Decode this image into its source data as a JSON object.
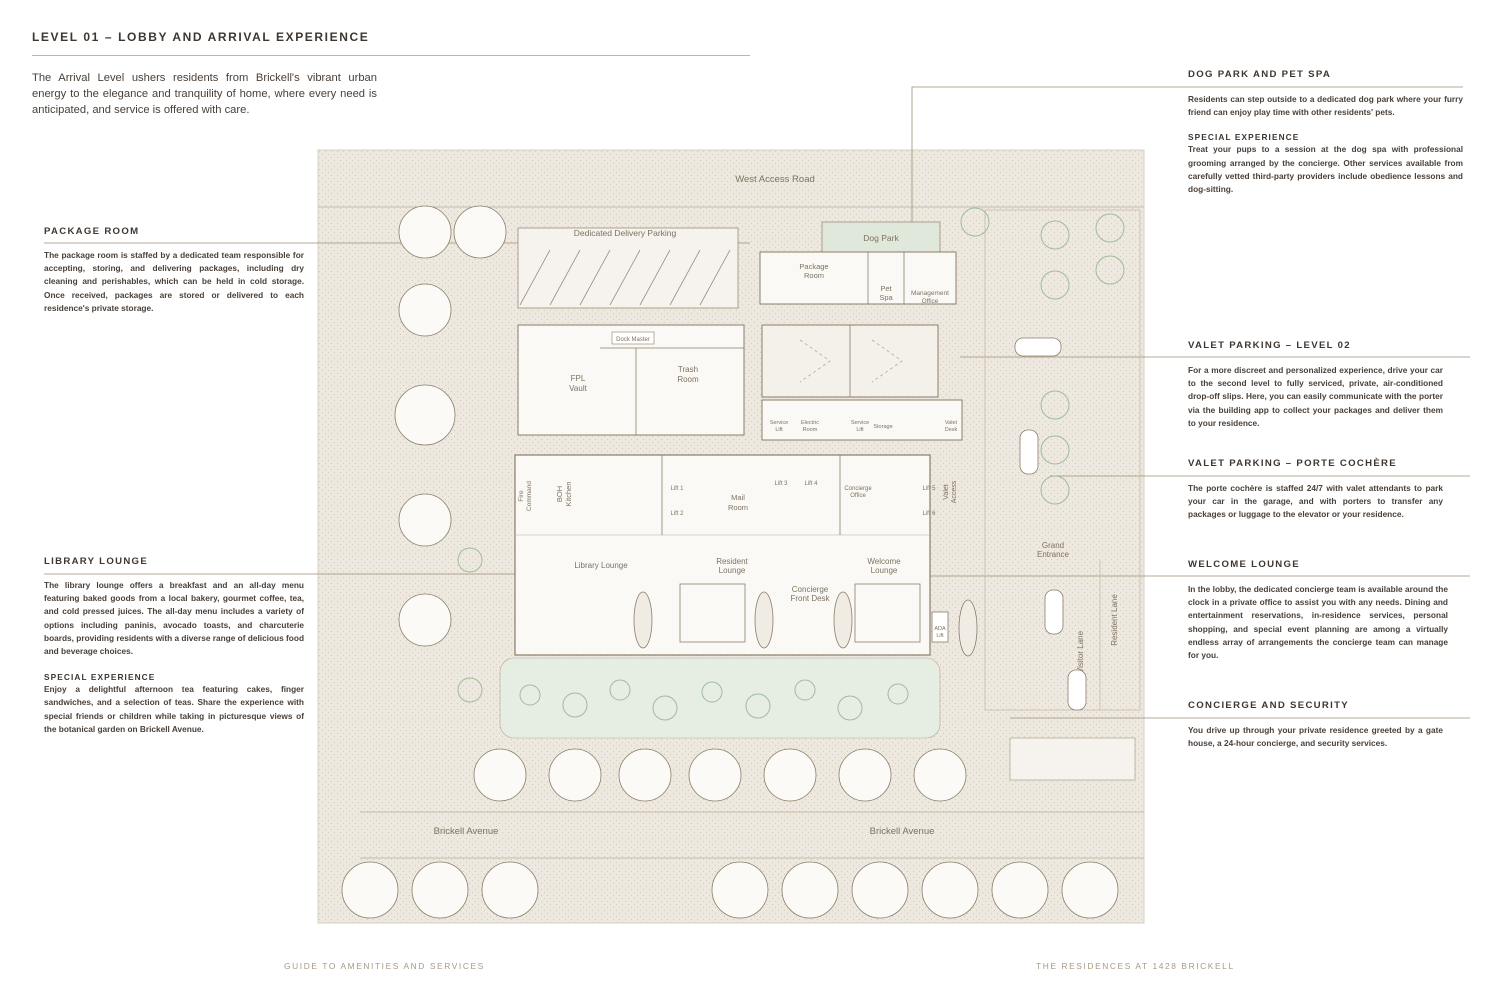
{
  "header": {
    "title": "LEVEL 01 – LOBBY AND ARRIVAL EXPERIENCE",
    "intro": "The Arrival Level ushers residents from Brickell's vibrant urban energy to the elegance and tranquility of home, where every need is anticipated, and service is offered with care."
  },
  "sections": {
    "package_room": {
      "title": "PACKAGE ROOM",
      "body": "The package room is staffed by a dedicated team responsible for accepting, storing, and delivering packages, including dry cleaning and perishables, which can be held in cold storage. Once received, packages are stored or delivered to each residence's private storage."
    },
    "library_lounge": {
      "title": "LIBRARY LOUNGE",
      "body": "The library lounge offers a breakfast and an all-day menu featuring baked goods from a local bakery, gourmet coffee, tea, and cold pressed juices. The all-day menu includes a variety of options including paninis, avocado toasts, and charcuterie boards, providing residents with a diverse range of delicious food and beverage choices.",
      "special_title": "SPECIAL EXPERIENCE",
      "special_body": "Enjoy a delightful afternoon tea featuring cakes, finger sandwiches, and a selection of teas. Share the experience with special friends or children while taking in picturesque views of the botanical garden on Brickell Avenue."
    },
    "dog_park": {
      "title": "DOG PARK AND PET SPA",
      "body": "Residents can step outside to a dedicated dog park where your furry friend can enjoy play time with other residents' pets.",
      "special_title": "SPECIAL EXPERIENCE",
      "special_body": "Treat your pups to a session at the dog spa with professional grooming arranged by the concierge. Other services available from carefully vetted third-party providers include obedience lessons and dog-sitting."
    },
    "valet_l2": {
      "title": "VALET PARKING – LEVEL 02",
      "body": "For a more discreet and personalized experience, drive your car to the second level to fully serviced, private, air-conditioned drop-off slips. Here, you can easily communicate with the porter via the building app to collect your packages and deliver them to your residence."
    },
    "valet_pc": {
      "title": "VALET PARKING – PORTE COCHÈRE",
      "body": "The porte cochère is staffed 24/7 with valet attendants to park your car in the garage, and with porters to transfer any packages or luggage to the elevator or your residence."
    },
    "welcome_lounge": {
      "title": "WELCOME LOUNGE",
      "body": "In the lobby, the dedicated concierge team is available around the clock in a private office to assist you with any needs. Dining and entertainment reservations, in-residence services, personal shopping, and special event planning are among a virtually endless array of arrangements the concierge team can manage for you."
    },
    "concierge": {
      "title": "CONCIERGE AND SECURITY",
      "body": "You drive up through your private residence greeted by a gate house, a 24-hour concierge, and security services."
    }
  },
  "plan": {
    "west_access_road": "West Access Road",
    "delivery_parking": "Dedicated Delivery Parking",
    "dog_park": "Dog Park",
    "package_room": [
      "Package",
      "Room"
    ],
    "pet_spa": [
      "Pet",
      "Spa"
    ],
    "management_office": [
      "Management",
      "Office"
    ],
    "dock_master": "Dock Master",
    "fpl_vault": [
      "FPL",
      "Vault"
    ],
    "trash_room": [
      "Trash",
      "Room"
    ],
    "service_lift_1": [
      "Service",
      "Lift"
    ],
    "electric_room": [
      "Electric",
      "Room"
    ],
    "service_lift_2": [
      "Service",
      "Lift"
    ],
    "storage": "Storage",
    "valet_desk": [
      "Valet",
      "Desk"
    ],
    "fire_command": [
      "Fire",
      "Command"
    ],
    "boh_kitchen": [
      "BOH",
      "Kitchen"
    ],
    "lift1": "Lift 1",
    "lift2": "Lift 2",
    "mail_room": [
      "Mail",
      "Room"
    ],
    "lift3": "Lift 3",
    "lift4": "Lift 4",
    "concierge_office": [
      "Concierge",
      "Office"
    ],
    "lift5": "Lift 5",
    "lift6": "Lift 6",
    "valet_access": [
      "Valet",
      "Access"
    ],
    "library_lounge": "Library Lounge",
    "resident_lounge": [
      "Resident",
      "Lounge"
    ],
    "concierge_front_desk": [
      "Concierge",
      "Front Desk"
    ],
    "welcome_lounge": [
      "Welcome",
      "Lounge"
    ],
    "ada_lift": [
      "ADA",
      "Lift"
    ],
    "grand_entrance": [
      "Grand",
      "Entrance"
    ],
    "visitor_lane": "Visitor Lane",
    "resident_lane": "Resident Lane",
    "brickell_avenue": "Brickell Avenue"
  },
  "footer": {
    "left": "GUIDE TO AMENITIES AND SERVICES",
    "right": "THE RESIDENCES AT 1428 BRICKELL"
  },
  "colors": {
    "line": "#9c8e78",
    "paving": "#ece6dc",
    "green": "#9fbc9c",
    "accent": "#c9a9a0"
  }
}
